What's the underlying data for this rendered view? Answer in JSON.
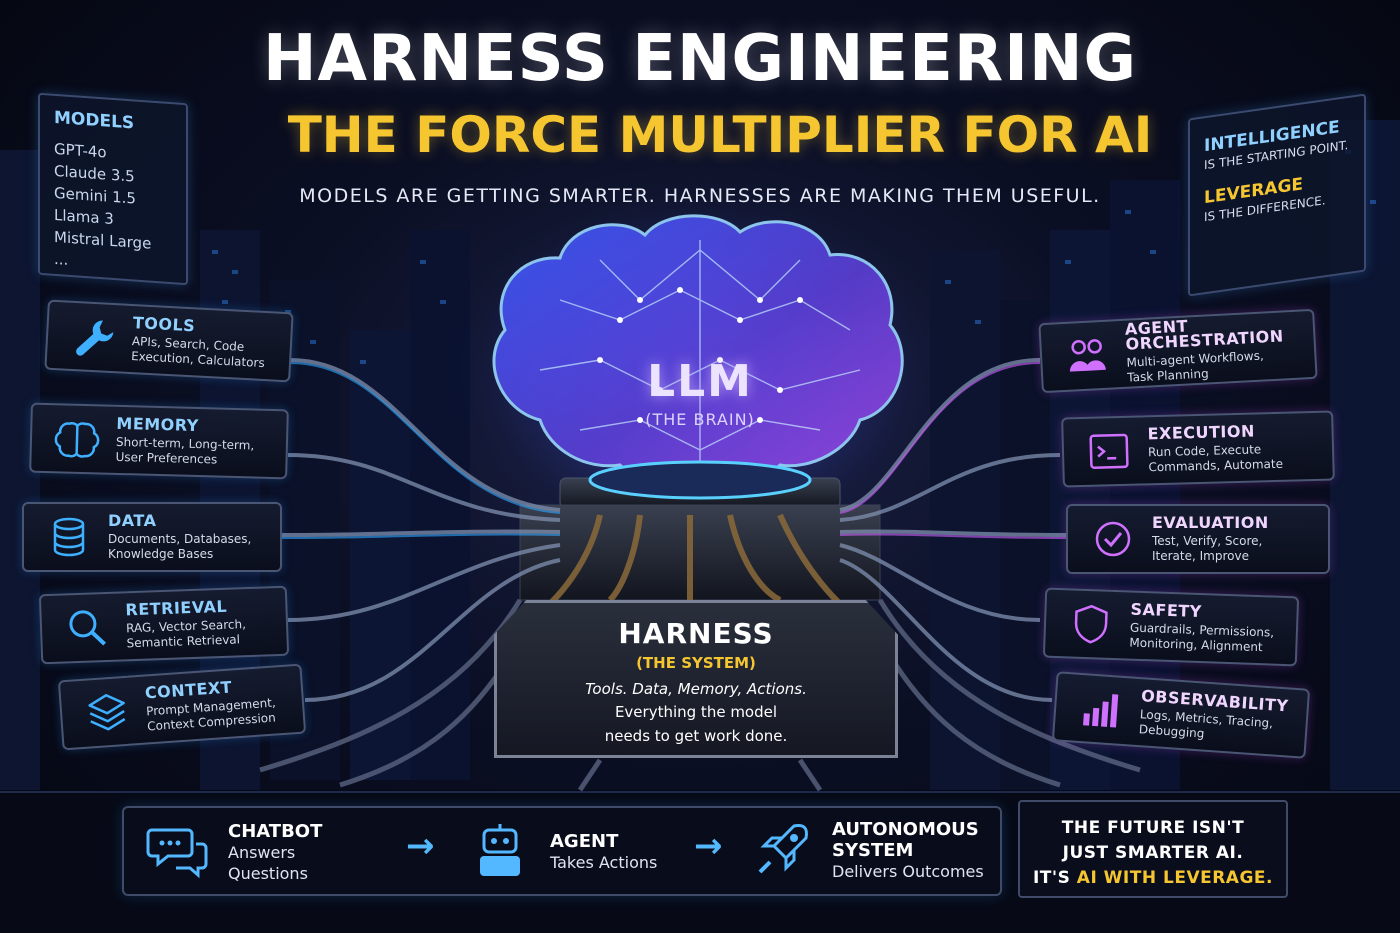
{
  "header": {
    "title": "HARNESS ENGINEERING",
    "subtitle": "THE FORCE MULTIPLIER FOR AI",
    "tagline": "MODELS ARE GETTING SMARTER. HARNESSES ARE MAKING THEM USEFUL."
  },
  "models_panel": {
    "heading": "MODELS",
    "items": [
      "GPT-4o",
      "Claude 3.5",
      "Gemini 1.5",
      "Llama 3",
      "Mistral Large",
      "..."
    ]
  },
  "intel_panel": {
    "keyword1": "INTELLIGENCE",
    "line1": "IS THE STARTING POINT.",
    "keyword2": "LEVERAGE",
    "line2": "IS THE DIFFERENCE."
  },
  "left_cards": [
    {
      "title": "TOOLS",
      "desc1": "APIs, Search, Code",
      "desc2": "Execution, Calculators",
      "icon": "wrench-icon"
    },
    {
      "title": "MEMORY",
      "desc1": "Short-term, Long-term,",
      "desc2": "User Preferences",
      "icon": "brain-icon"
    },
    {
      "title": "DATA",
      "desc1": "Documents, Databases,",
      "desc2": "Knowledge Bases",
      "icon": "database-icon"
    },
    {
      "title": "RETRIEVAL",
      "desc1": "RAG, Vector Search,",
      "desc2": "Semantic Retrieval",
      "icon": "magnifier-icon"
    },
    {
      "title": "CONTEXT",
      "desc1": "Prompt Management,",
      "desc2": "Context Compression",
      "icon": "layers-icon"
    }
  ],
  "right_cards": [
    {
      "title": "AGENT ORCHESTRATION",
      "desc1": "Multi-agent Workflows,",
      "desc2": "Task Planning",
      "icon": "people-icon"
    },
    {
      "title": "EXECUTION",
      "desc1": "Run Code, Execute",
      "desc2": "Commands, Automate",
      "icon": "terminal-icon"
    },
    {
      "title": "EVALUATION",
      "desc1": "Test, Verify, Score,",
      "desc2": "Iterate, Improve",
      "icon": "check-circle-icon"
    },
    {
      "title": "SAFETY",
      "desc1": "Guardrails, Permissions,",
      "desc2": "Monitoring, Alignment",
      "icon": "shield-icon"
    },
    {
      "title": "OBSERVABILITY",
      "desc1": "Logs, Metrics, Tracing,",
      "desc2": "Debugging",
      "icon": "bar-chart-icon"
    }
  ],
  "llm": {
    "label": "LLM",
    "sub": "(THE BRAIN)"
  },
  "harness": {
    "title": "HARNESS",
    "sub": "(THE SYSTEM)",
    "line1": "Tools. Data, Memory, Actions.",
    "line2": "Everything the model",
    "line3": "needs to get work done."
  },
  "progression": {
    "stage1": {
      "title": "CHATBOT",
      "desc1": "Answers",
      "desc2": "Questions",
      "icon": "chat-bubbles-icon"
    },
    "stage2": {
      "title": "AGENT",
      "desc1": "Takes Actions",
      "icon": "robot-icon"
    },
    "stage3": {
      "title1": "AUTONOMOUS",
      "title2": "SYSTEM",
      "desc1": "Delivers Outcomes",
      "icon": "rocket-icon"
    },
    "arrow": "→"
  },
  "future": {
    "line1": "THE FUTURE ISN'T",
    "line2": "JUST SMARTER AI.",
    "line3_prefix": "IT'S",
    "line3_highlight": "AI WITH LEVERAGE."
  },
  "colors": {
    "accent_gold": "#f6c630",
    "accent_blue": "#53b8ff",
    "accent_purple": "#c45cff"
  }
}
